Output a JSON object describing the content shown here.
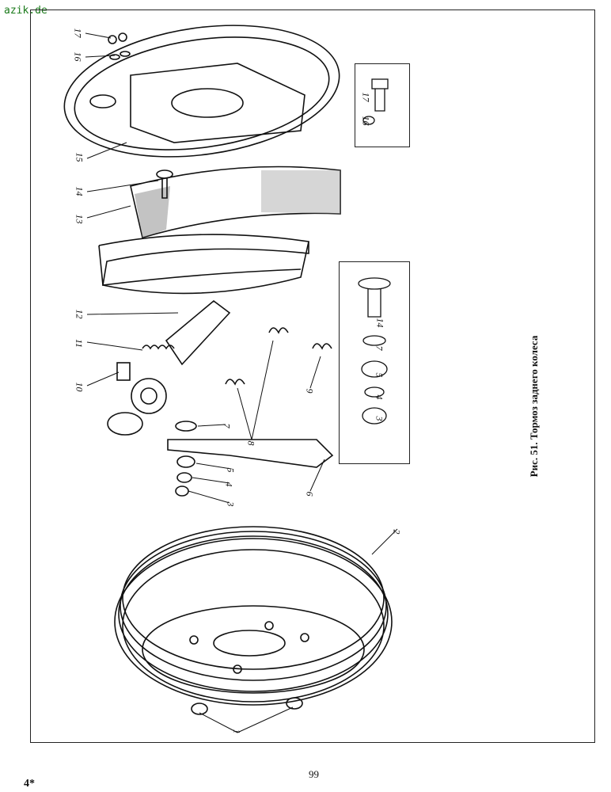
{
  "watermark": "azik.de",
  "caption": "Рис. 51. Тормоз заднего колеса",
  "page_number": "99",
  "corner_mark": "4*",
  "callouts": [
    "17",
    "16",
    "15",
    "14",
    "13",
    "12",
    "11",
    "10",
    "7",
    "8",
    "9",
    "5",
    "4",
    "3",
    "6",
    "2",
    "1"
  ],
  "inset_top_callouts": [
    "17",
    "16"
  ],
  "inset_bottom_callouts": [
    "14",
    "7",
    "5",
    "4",
    "3"
  ]
}
